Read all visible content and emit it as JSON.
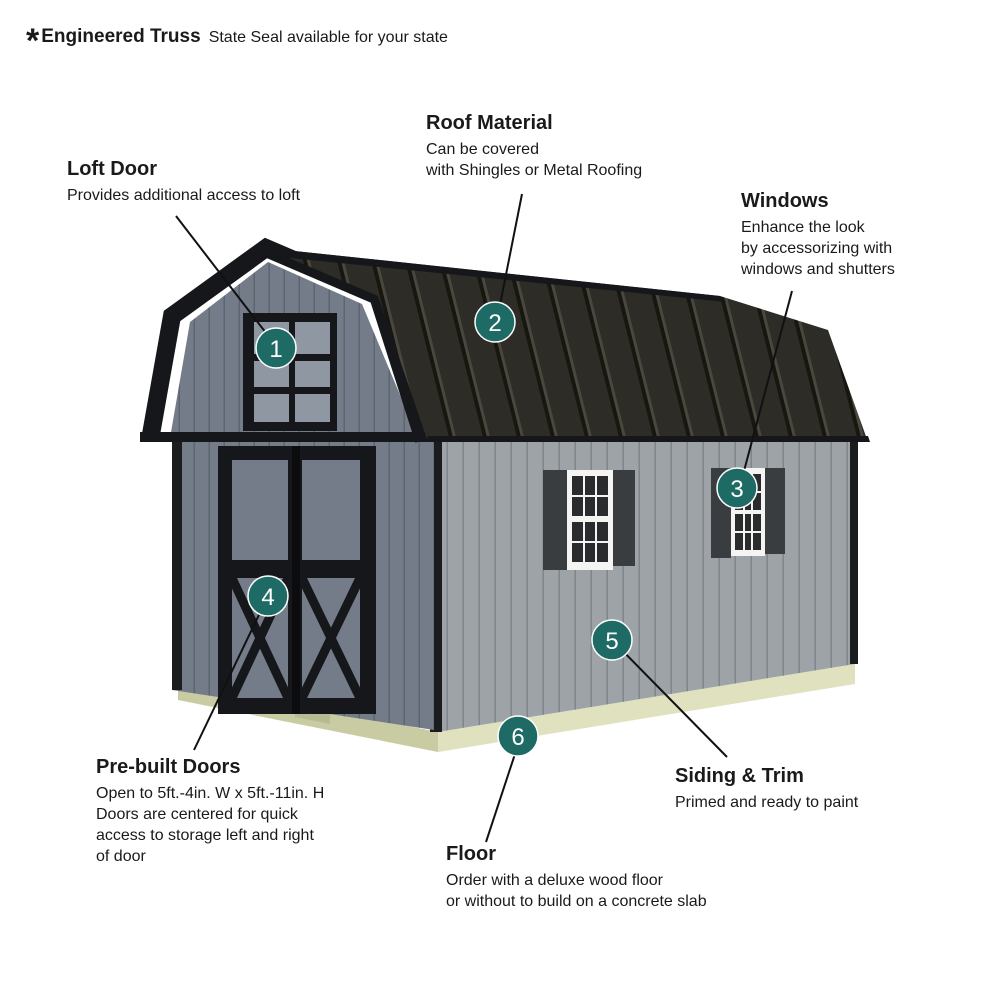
{
  "header": {
    "asterisk": "*",
    "title": "Engineered Truss",
    "note": "State Seal available for your state"
  },
  "callouts": [
    {
      "number": "1",
      "title": "Loft Door",
      "lines": [
        "Provides additional access to loft"
      ]
    },
    {
      "number": "2",
      "title": "Roof Material",
      "lines": [
        "Can be covered",
        "with Shingles or Metal Roofing"
      ]
    },
    {
      "number": "3",
      "title": "Windows",
      "lines": [
        "Enhance the look",
        "by accessorizing with",
        "windows and shutters"
      ]
    },
    {
      "number": "4",
      "title": "Pre-built Doors",
      "lines": [
        "Open to 5ft.-4in. W x 5ft.-11in. H",
        "Doors are centered for quick",
        "access to storage left and right",
        "of door"
      ]
    },
    {
      "number": "5",
      "title": "Siding & Trim",
      "lines": [
        "Primed and ready to paint"
      ]
    },
    {
      "number": "6",
      "title": "Floor",
      "lines": [
        "Order with a deluxe wood floor",
        "or without to build on a concrete slab"
      ]
    }
  ],
  "colors": {
    "marker_fill": "#1e6b66",
    "marker_text": "#ffffff",
    "siding": "#9ea3a8",
    "gable_siding": "#737c88",
    "roof": "#2b2a25",
    "trim": "#1b1c1e",
    "floor": "#d6d8b4"
  }
}
